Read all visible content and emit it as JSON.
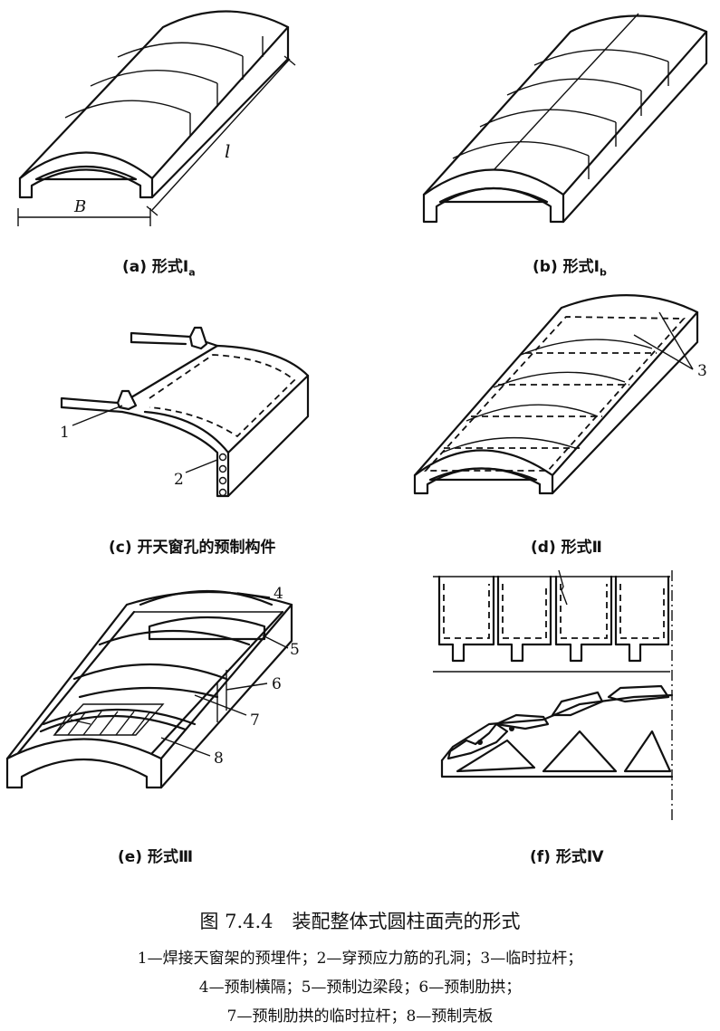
{
  "panels": {
    "a": {
      "label": "(a) 形式Ⅰ",
      "sub": "a",
      "dim_l": "l",
      "dim_b": "B"
    },
    "b": {
      "label": "(b) 形式Ⅰ",
      "sub": "b"
    },
    "c": {
      "label": "(c) 开天窗孔的预制构件"
    },
    "d": {
      "label": "(d) 形式Ⅱ"
    },
    "e": {
      "label": "(e) 形式Ⅲ"
    },
    "f": {
      "label": "(f) 形式Ⅳ"
    }
  },
  "callouts": [
    "1",
    "2",
    "3",
    "4",
    "5",
    "6",
    "7",
    "8"
  ],
  "caption": {
    "title": "图 7.4.4　装配整体式圆柱面壳的形式",
    "legend_lines": [
      "1—焊接天窗架的预埋件；2—穿预应力筋的孔洞；3—临时拉杆；",
      "4—预制横隔；5—预制边梁段；6—预制肋拱；",
      "7—预制肋拱的临时拉杆；8—预制壳板"
    ]
  }
}
